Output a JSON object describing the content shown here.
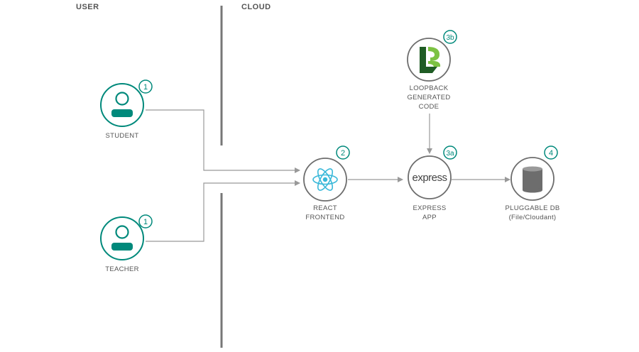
{
  "zones": {
    "user": "USER",
    "cloud": "CLOUD"
  },
  "nodes": {
    "student": {
      "label": "STUDENT",
      "badge": "1"
    },
    "teacher": {
      "label": "TEACHER",
      "badge": "1"
    },
    "react": {
      "label_line1": "REACT",
      "label_line2": "FRONTEND",
      "badge": "2"
    },
    "express": {
      "label_line1": "EXPRESS",
      "label_line2": "APP",
      "badge": "3a",
      "logo_text": "express"
    },
    "loopback": {
      "label_line1": "LOOPBACK",
      "label_line2": "GENERATED",
      "label_line3": "CODE",
      "badge": "3b"
    },
    "db": {
      "label_line1": "PLUGGABLE DB",
      "label_line2": "(File/Cloudant)",
      "badge": "4"
    }
  },
  "colors": {
    "teal": "#00897b",
    "line": "#999999",
    "divider": "#777777",
    "react": "#39b8d9",
    "loopback_dark": "#1f5c24",
    "loopback_light": "#7cc242",
    "db_grey": "#6d6d6d"
  }
}
